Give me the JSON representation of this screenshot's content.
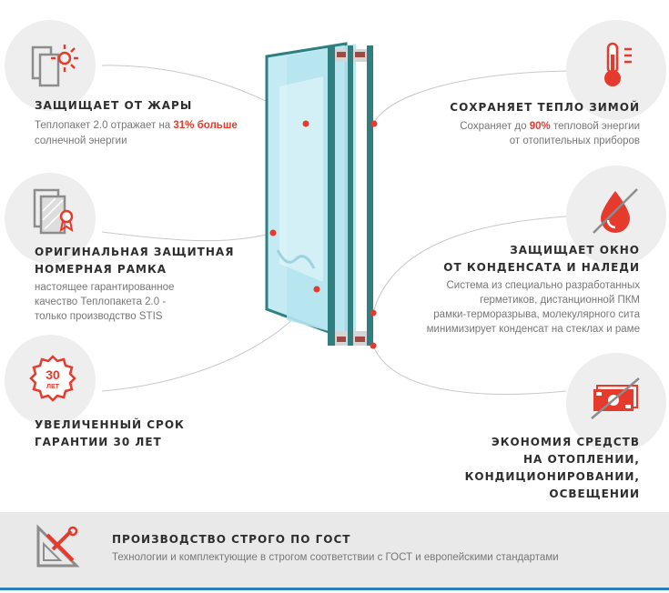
{
  "features": {
    "heat": {
      "title": "ЗАЩИЩАЕТ ОТ ЖАРЫ",
      "desc_before": "Теплопакет 2.0 отражает на ",
      "desc_highlight": "31% больше",
      "desc_after": "солнечной энергии",
      "icon": "sun-panel-icon"
    },
    "frame": {
      "title_line1": "ОРИГИНАЛЬНАЯ ЗАЩИТНАЯ",
      "title_line2": "НОМЕРНАЯ РАМКА",
      "desc_line1": "настоящее гарантированное",
      "desc_line2": "качество Теплопакета 2.0 -",
      "desc_line3": "только производство STIS",
      "icon": "certificate-icon"
    },
    "warranty": {
      "badge_number": "30",
      "badge_text": "ЛЕТ",
      "title_line1": "УВЕЛИЧЕННЫЙ СРОК",
      "title_line2": "ГАРАНТИИ 30 ЛЕТ",
      "icon": "warranty-badge-icon"
    },
    "warm": {
      "title": "СОХРАНЯЕТ ТЕПЛО ЗИМОЙ",
      "desc_before": "Сохраняет до ",
      "desc_highlight": "90%",
      "desc_after": " тепловой энергии",
      "desc_line2": "от отопительных приборов",
      "icon": "thermometer-icon"
    },
    "condensate": {
      "title_line1": "ЗАЩИЩАЕТ ОКНО",
      "title_line2": "ОТ КОНДЕНСАТА И НАЛЕДИ",
      "desc_line1": "Система из специально разработанных",
      "desc_line2": "герметиков, дистанционной ПКМ",
      "desc_line3": "рамки-терморазрыва, молекулярного сита",
      "desc_line4": "минимизирует конденсат на стеклах и раме",
      "icon": "no-drop-icon"
    },
    "savings": {
      "title_line1": "ЭКОНОМИЯ СРЕДСТВ",
      "title_line2": "НА ОТОПЛЕНИИ,",
      "title_line3": "КОНДИЦИОНИРОВАНИИ,",
      "title_line4": "ОСВЕЩЕНИИ",
      "icon": "no-money-icon"
    }
  },
  "gost": {
    "title": "ПРОИЗВОДСТВО СТРОГО ПО ГОСТ",
    "desc": "Технологии и комплектующие в строгом соответствии с ГОСТ и европейскими стандартами",
    "icon": "tools-icon"
  },
  "colors": {
    "accent": "#e53a2c",
    "icon_gray": "#8c8c8c",
    "glass": "#bfe8f2",
    "frame_edge": "#2f7f80",
    "bottom_line": "#2a7fb8"
  }
}
